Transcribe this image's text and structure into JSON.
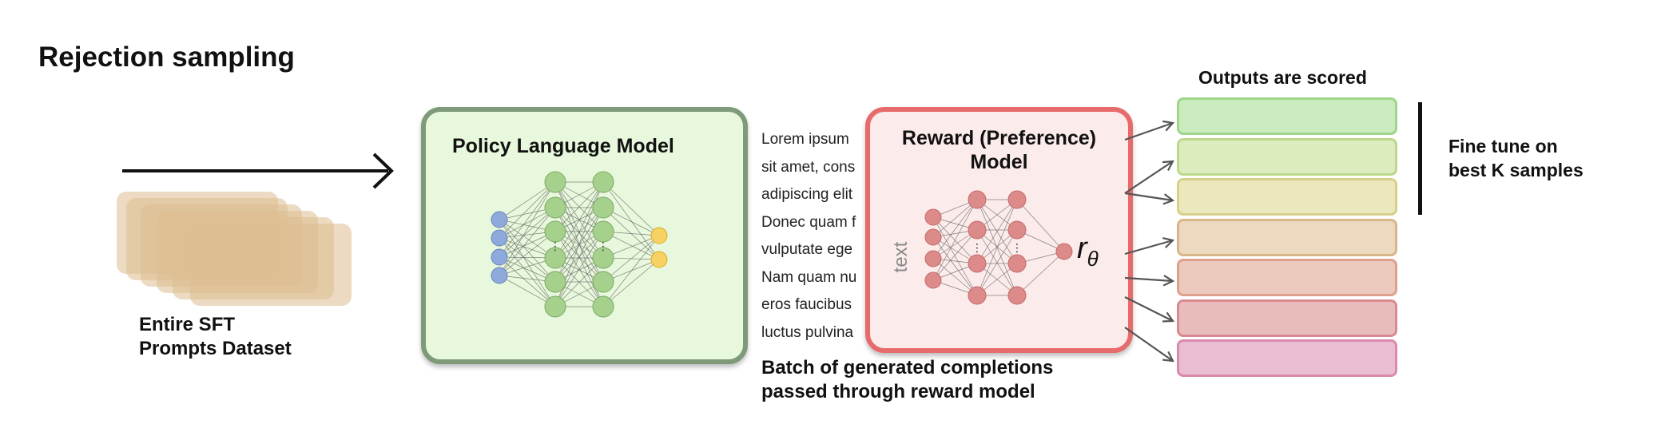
{
  "title": "Rejection sampling",
  "dataset": {
    "label_line1": "Entire SFT",
    "label_line2": "Prompts Dataset"
  },
  "policy": {
    "title": "Policy Language Model",
    "fill": "#e8f8dc",
    "border": "#7f9a78"
  },
  "completions": {
    "lines": [
      "Lorem ipsum",
      "sit amet, cons",
      "adipiscing elit",
      "Donec quam f",
      "vulputate ege",
      "Nam quam nu",
      "eros faucibus",
      "luctus pulvina"
    ],
    "caption_line1": "Batch of generated completions",
    "caption_line2": "passed through reward model"
  },
  "reward": {
    "title_line1": "Reward (Preference)",
    "title_line2": "Model",
    "input_label": "text",
    "output_symbol": "r",
    "output_subscript": "θ",
    "fill": "#fcebeb",
    "border": "#e86b6b"
  },
  "outputs": {
    "header": "Outputs are scored",
    "bars": [
      {
        "fill": "#c9ebbd",
        "border": "#9ed68a"
      },
      {
        "fill": "#ddecbf",
        "border": "#bcd88a"
      },
      {
        "fill": "#ebe8be",
        "border": "#d6d08a"
      },
      {
        "fill": "#ecd9bf",
        "border": "#d7b689"
      },
      {
        "fill": "#ecc9bd",
        "border": "#dea08c"
      },
      {
        "fill": "#e9bcbc",
        "border": "#d98a8f"
      },
      {
        "fill": "#ebbdd2",
        "border": "#d98aad"
      }
    ]
  },
  "finetune": {
    "label_line1": "Fine tune on",
    "label_line2": "best K samples"
  },
  "colors": {
    "input_node": "#8ea9dc",
    "hidden_node_policy": "#a6d18c",
    "output_node": "#f6d262",
    "hidden_node_reward": "#dd8a8a"
  }
}
